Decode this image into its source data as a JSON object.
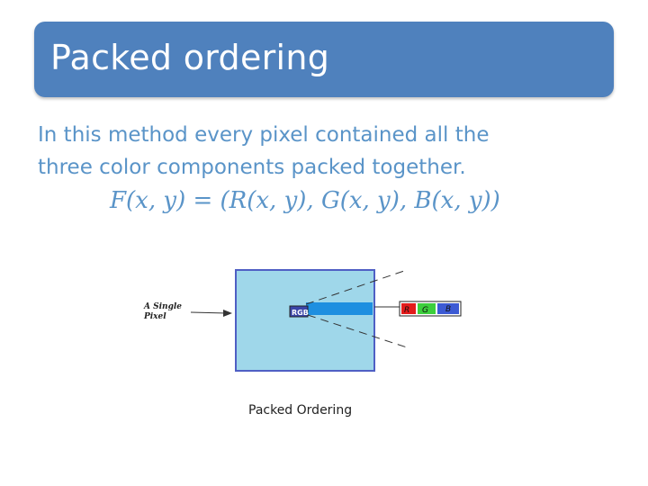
{
  "slide": {
    "title": "Packed ordering",
    "body_line1": "In this method every pixel contained all the",
    "body_line2": "three color components packed together.",
    "formula": "F(x, y) = (R(x, y), G(x, y), B(x, y))"
  },
  "diagram": {
    "pixel_label_line1": "A Single",
    "pixel_label_line2": "Pixel",
    "pixel_cell_text": "RGB",
    "component_r": "R",
    "component_g": "G",
    "component_b": "B",
    "colors": {
      "image_fill": "#9fd7ea",
      "image_border": "#4f5fc4",
      "beam": "#1e8fe0",
      "r": "#e31b1b",
      "g": "#3ccf3c",
      "b": "#3c5ad4"
    }
  },
  "caption": "Packed Ordering"
}
